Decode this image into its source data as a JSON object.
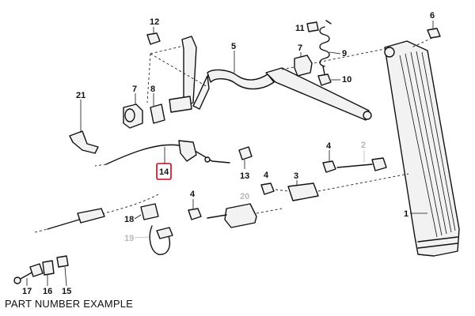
{
  "caption": "PART NUMBER EXAMPLE",
  "highlight_color": "#d0021b",
  "highlighted_part": "14",
  "labels": {
    "p1": "1",
    "p2": "2",
    "p3": "3",
    "p4a": "4",
    "p4b": "4",
    "p4c": "4",
    "p5": "5",
    "p6": "6",
    "p7a": "7",
    "p7b": "7",
    "p8": "8",
    "p9": "9",
    "p10": "10",
    "p11": "11",
    "p12": "12",
    "p13": "13",
    "p14": "14",
    "p15": "15",
    "p16": "16",
    "p17": "17",
    "p18": "18",
    "p19": "19",
    "p20": "20",
    "p21": "21"
  }
}
